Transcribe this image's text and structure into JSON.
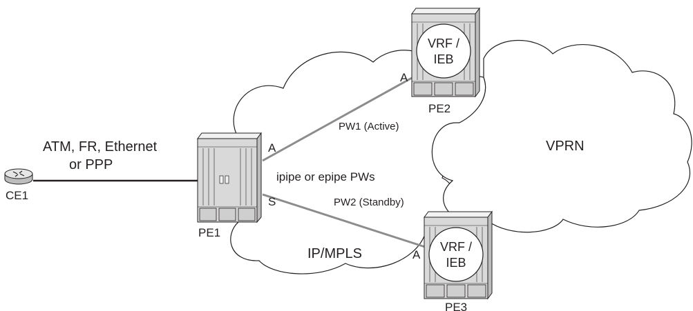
{
  "labels": {
    "access_line": [
      "ATM, FR, Ethernet",
      "or PPP"
    ],
    "ce1": "CE1",
    "pe1": "PE1",
    "pe2": "PE2",
    "pe3": "PE3",
    "pe1_active_port": "A",
    "pe1_standby_port": "S",
    "pe2_port": "A",
    "pe3_port": "A",
    "pw1": "PW1 (Active)",
    "pw2": "PW2 (Standby)",
    "pw_types": "ipipe or epipe PWs",
    "ip_mpls_cloud": "IP/MPLS",
    "vprn_cloud": "VPRN",
    "pe2_vrf": [
      "VRF /",
      "IEB"
    ],
    "pe3_vrf": [
      "VRF /",
      "IEB"
    ]
  },
  "colors": {
    "line": "#231f20",
    "pseudowire": "#8c8c8c",
    "chassis_fill": "#d9d9d9"
  }
}
